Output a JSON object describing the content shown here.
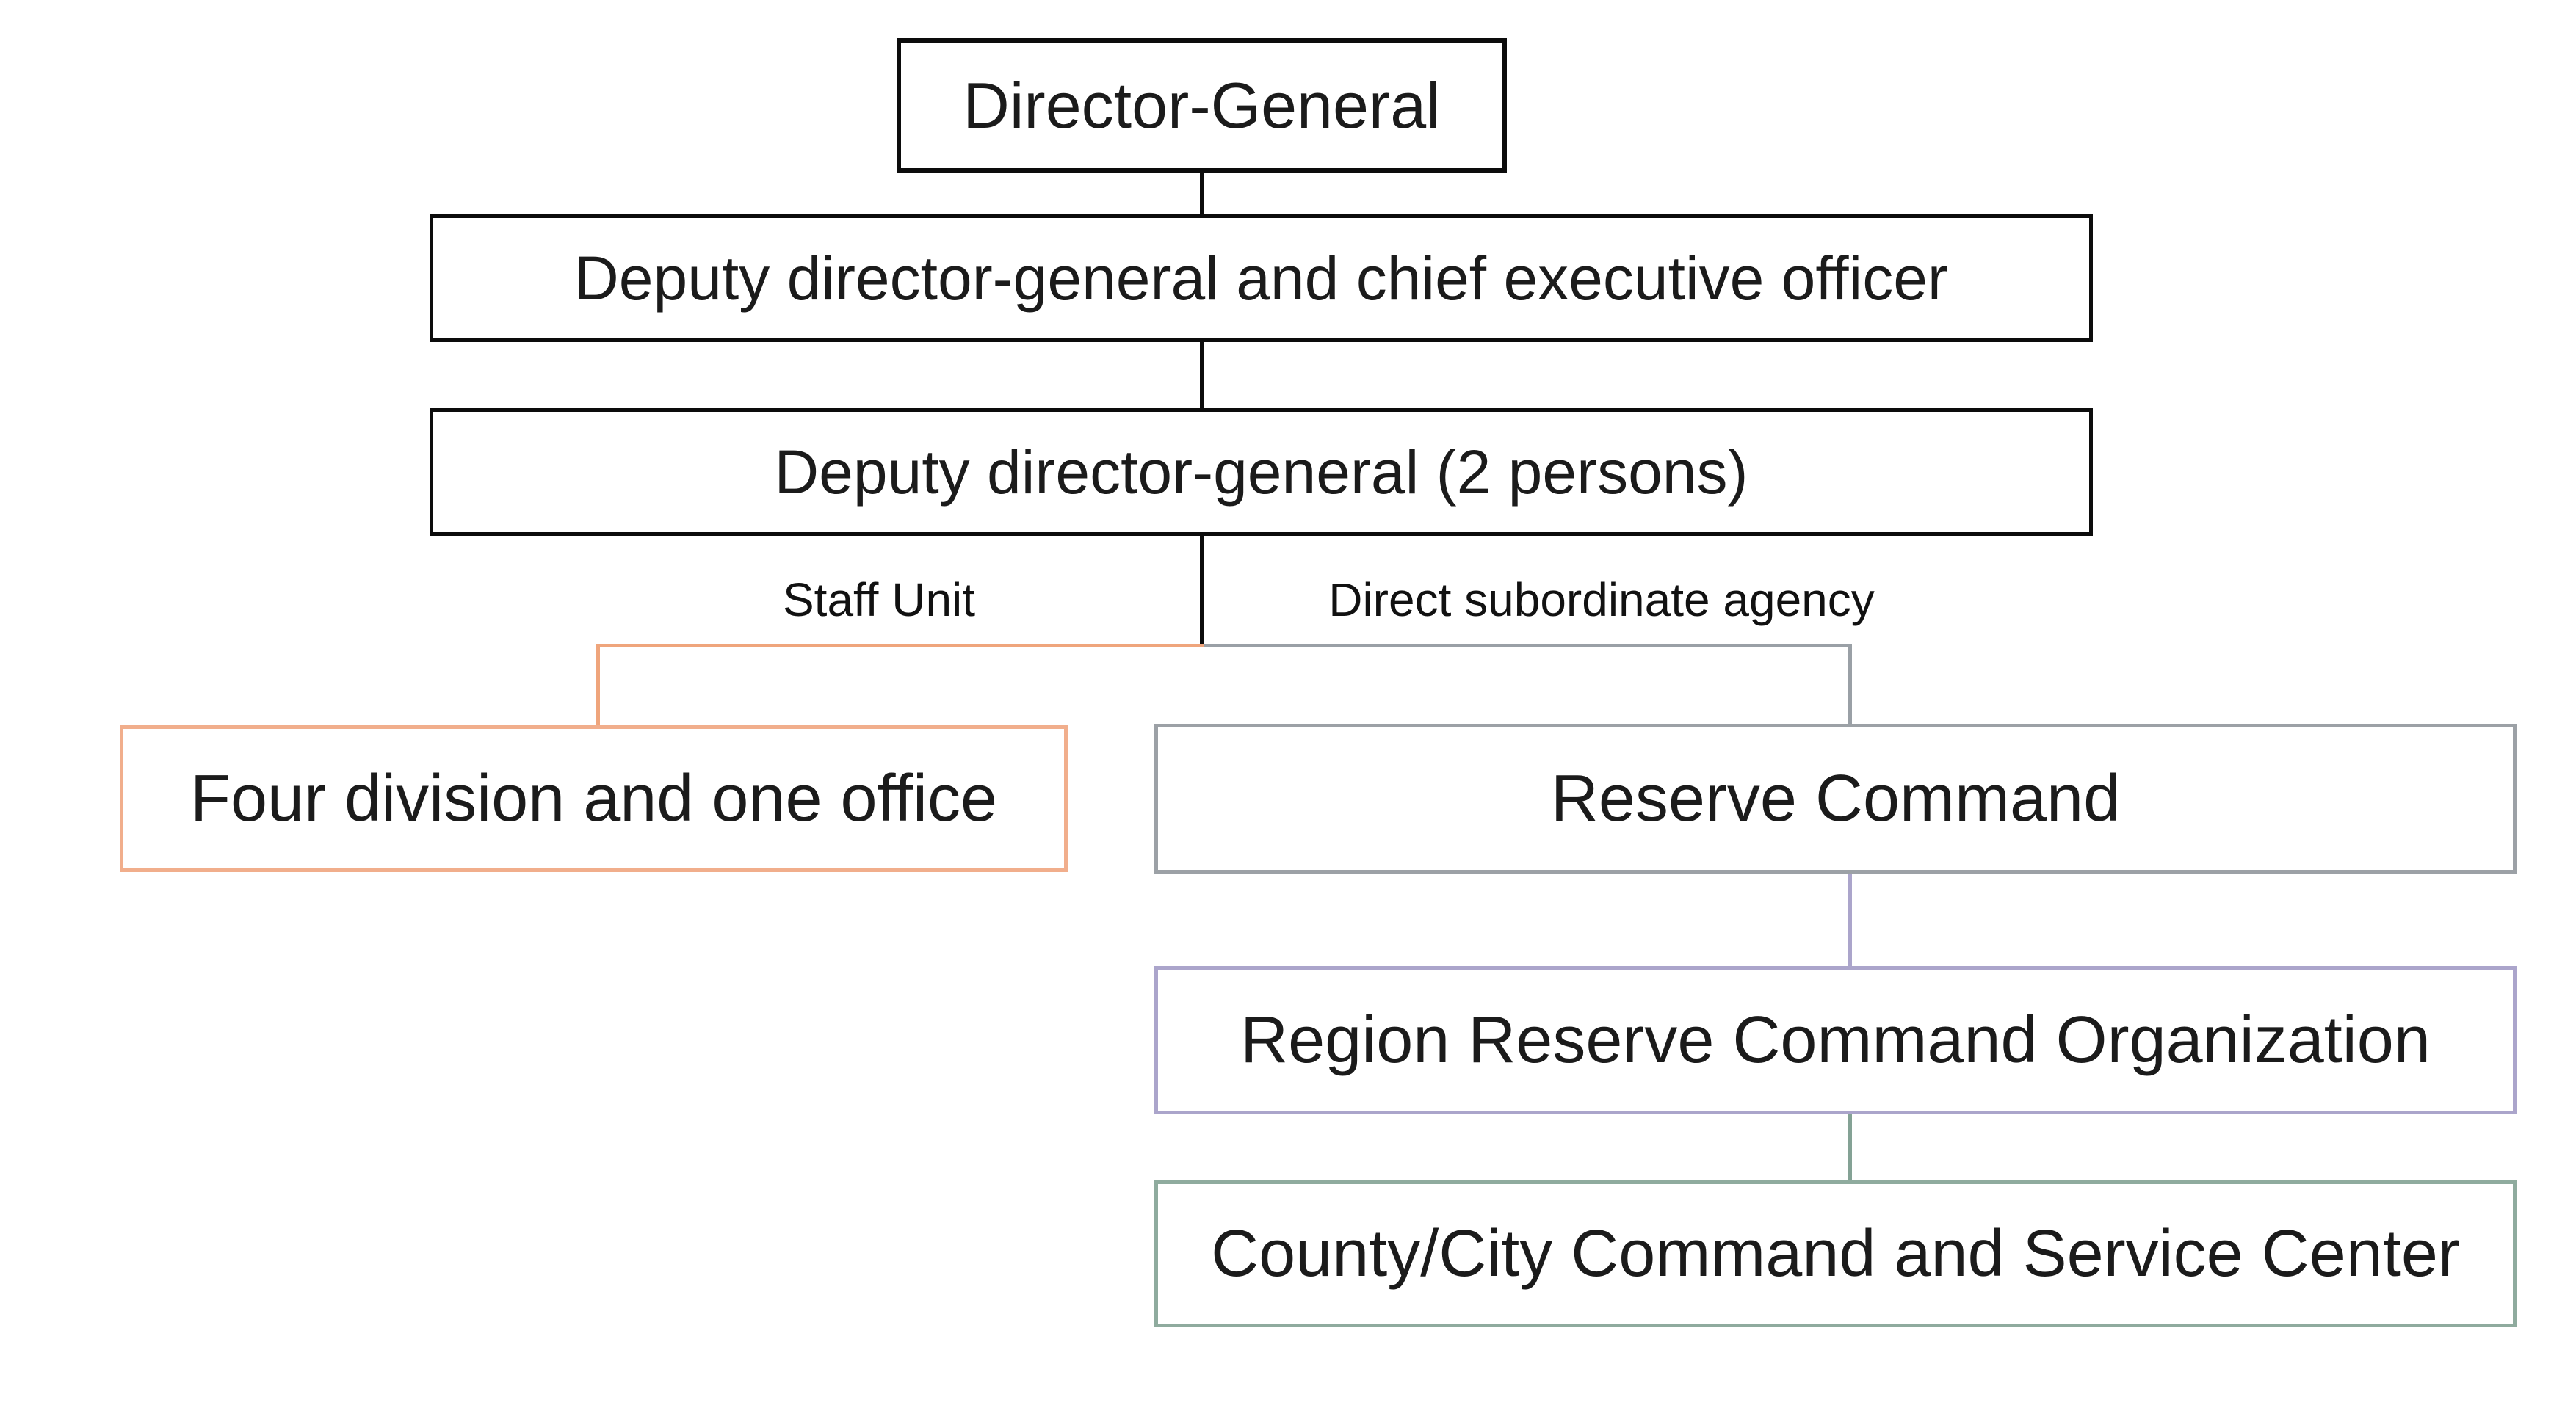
{
  "diagram": {
    "type": "org-chart",
    "nodes": {
      "director_general": {
        "label": "Director-General",
        "border_color": "#0c0c0c"
      },
      "deputy_dg_ceo": {
        "label": "Deputy director-general and chief executive officer",
        "border_color": "#0c0c0c"
      },
      "deputy_dg_two": {
        "label": "Deputy director-general (2 persons)",
        "border_color": "#0c0c0c"
      },
      "four_division_one_office": {
        "label": "Four division and one office",
        "border_color": "#F1AE8C"
      },
      "reserve_command": {
        "label": "Reserve Command",
        "border_color": "#9CA1A6"
      },
      "region_reserve_command_organization": {
        "label": "Region Reserve Command Organization",
        "border_color": "#ABA5CB"
      },
      "county_city_command_service_center": {
        "label": "County/City Command and Service Center",
        "border_color": "#8FAB9E"
      }
    },
    "branch_labels": {
      "staff_unit": "Staff Unit",
      "direct_subordinate_agency": "Direct subordinate agency"
    },
    "connector_colors": {
      "spine": "#0c0c0c",
      "staff_unit_branch": "#EFA57C",
      "direct_subordinate_branch": "#9AA0A6",
      "reserve_to_region": "#ABA5CB",
      "region_to_county": "#84A295"
    }
  }
}
